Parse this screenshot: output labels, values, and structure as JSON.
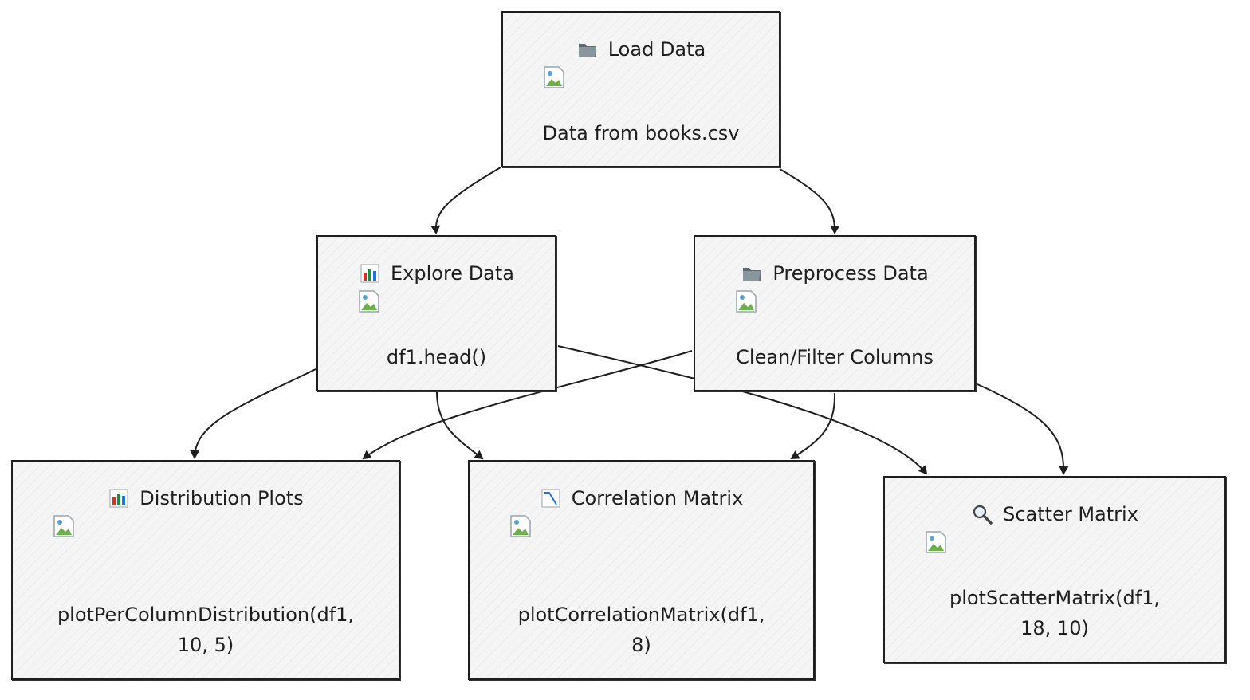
{
  "nodes": {
    "load": {
      "title": "Load Data",
      "icon": "folder-icon",
      "body": "Data from books.csv"
    },
    "explore": {
      "title": "Explore Data",
      "icon": "bar-chart-icon",
      "body": "df1.head()"
    },
    "preprocess": {
      "title": "Preprocess Data",
      "icon": "folder-icon",
      "body": "Clean/Filter Columns"
    },
    "distribution": {
      "title": "Distribution Plots",
      "icon": "bar-chart-icon",
      "body": "plotPerColumnDistribution(df1,\n10, 5)"
    },
    "correlation": {
      "title": "Correlation Matrix",
      "icon": "trend-down-icon",
      "body": "plotCorrelationMatrix(df1,\n8)"
    },
    "scatter": {
      "title": "Scatter Matrix",
      "icon": "magnifier-icon",
      "body": "plotScatterMatrix(df1,\n18, 10)"
    }
  },
  "edges": [
    [
      "load",
      "explore"
    ],
    [
      "load",
      "preprocess"
    ],
    [
      "explore",
      "distribution"
    ],
    [
      "explore",
      "correlation"
    ],
    [
      "explore",
      "scatter"
    ],
    [
      "preprocess",
      "distribution"
    ],
    [
      "preprocess",
      "correlation"
    ],
    [
      "preprocess",
      "scatter"
    ]
  ],
  "colors": {
    "stroke": "#1e1e1e",
    "fill": "#f5f5f5"
  }
}
